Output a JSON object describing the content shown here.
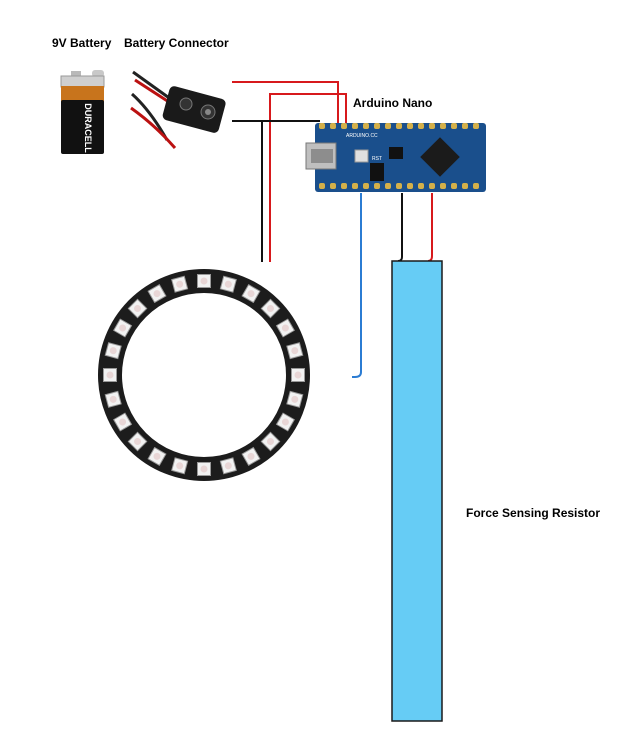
{
  "labels": {
    "battery": "9V Battery",
    "connector": "Battery Connector",
    "arduino": "Arduino Nano",
    "fsr": "Force Sensing Resistor"
  },
  "battery_brand": "DURACELL",
  "board_text": {
    "model": "ARDUINO.CC",
    "reset": "RST"
  },
  "colors": {
    "wire_red": "#d7191c",
    "wire_black": "#111111",
    "wire_blue": "#2b7cd3",
    "fsr_fill": "#66ccf5",
    "board": "#1a4f8c",
    "ring": "#1c1c1c"
  },
  "led_count": 24
}
